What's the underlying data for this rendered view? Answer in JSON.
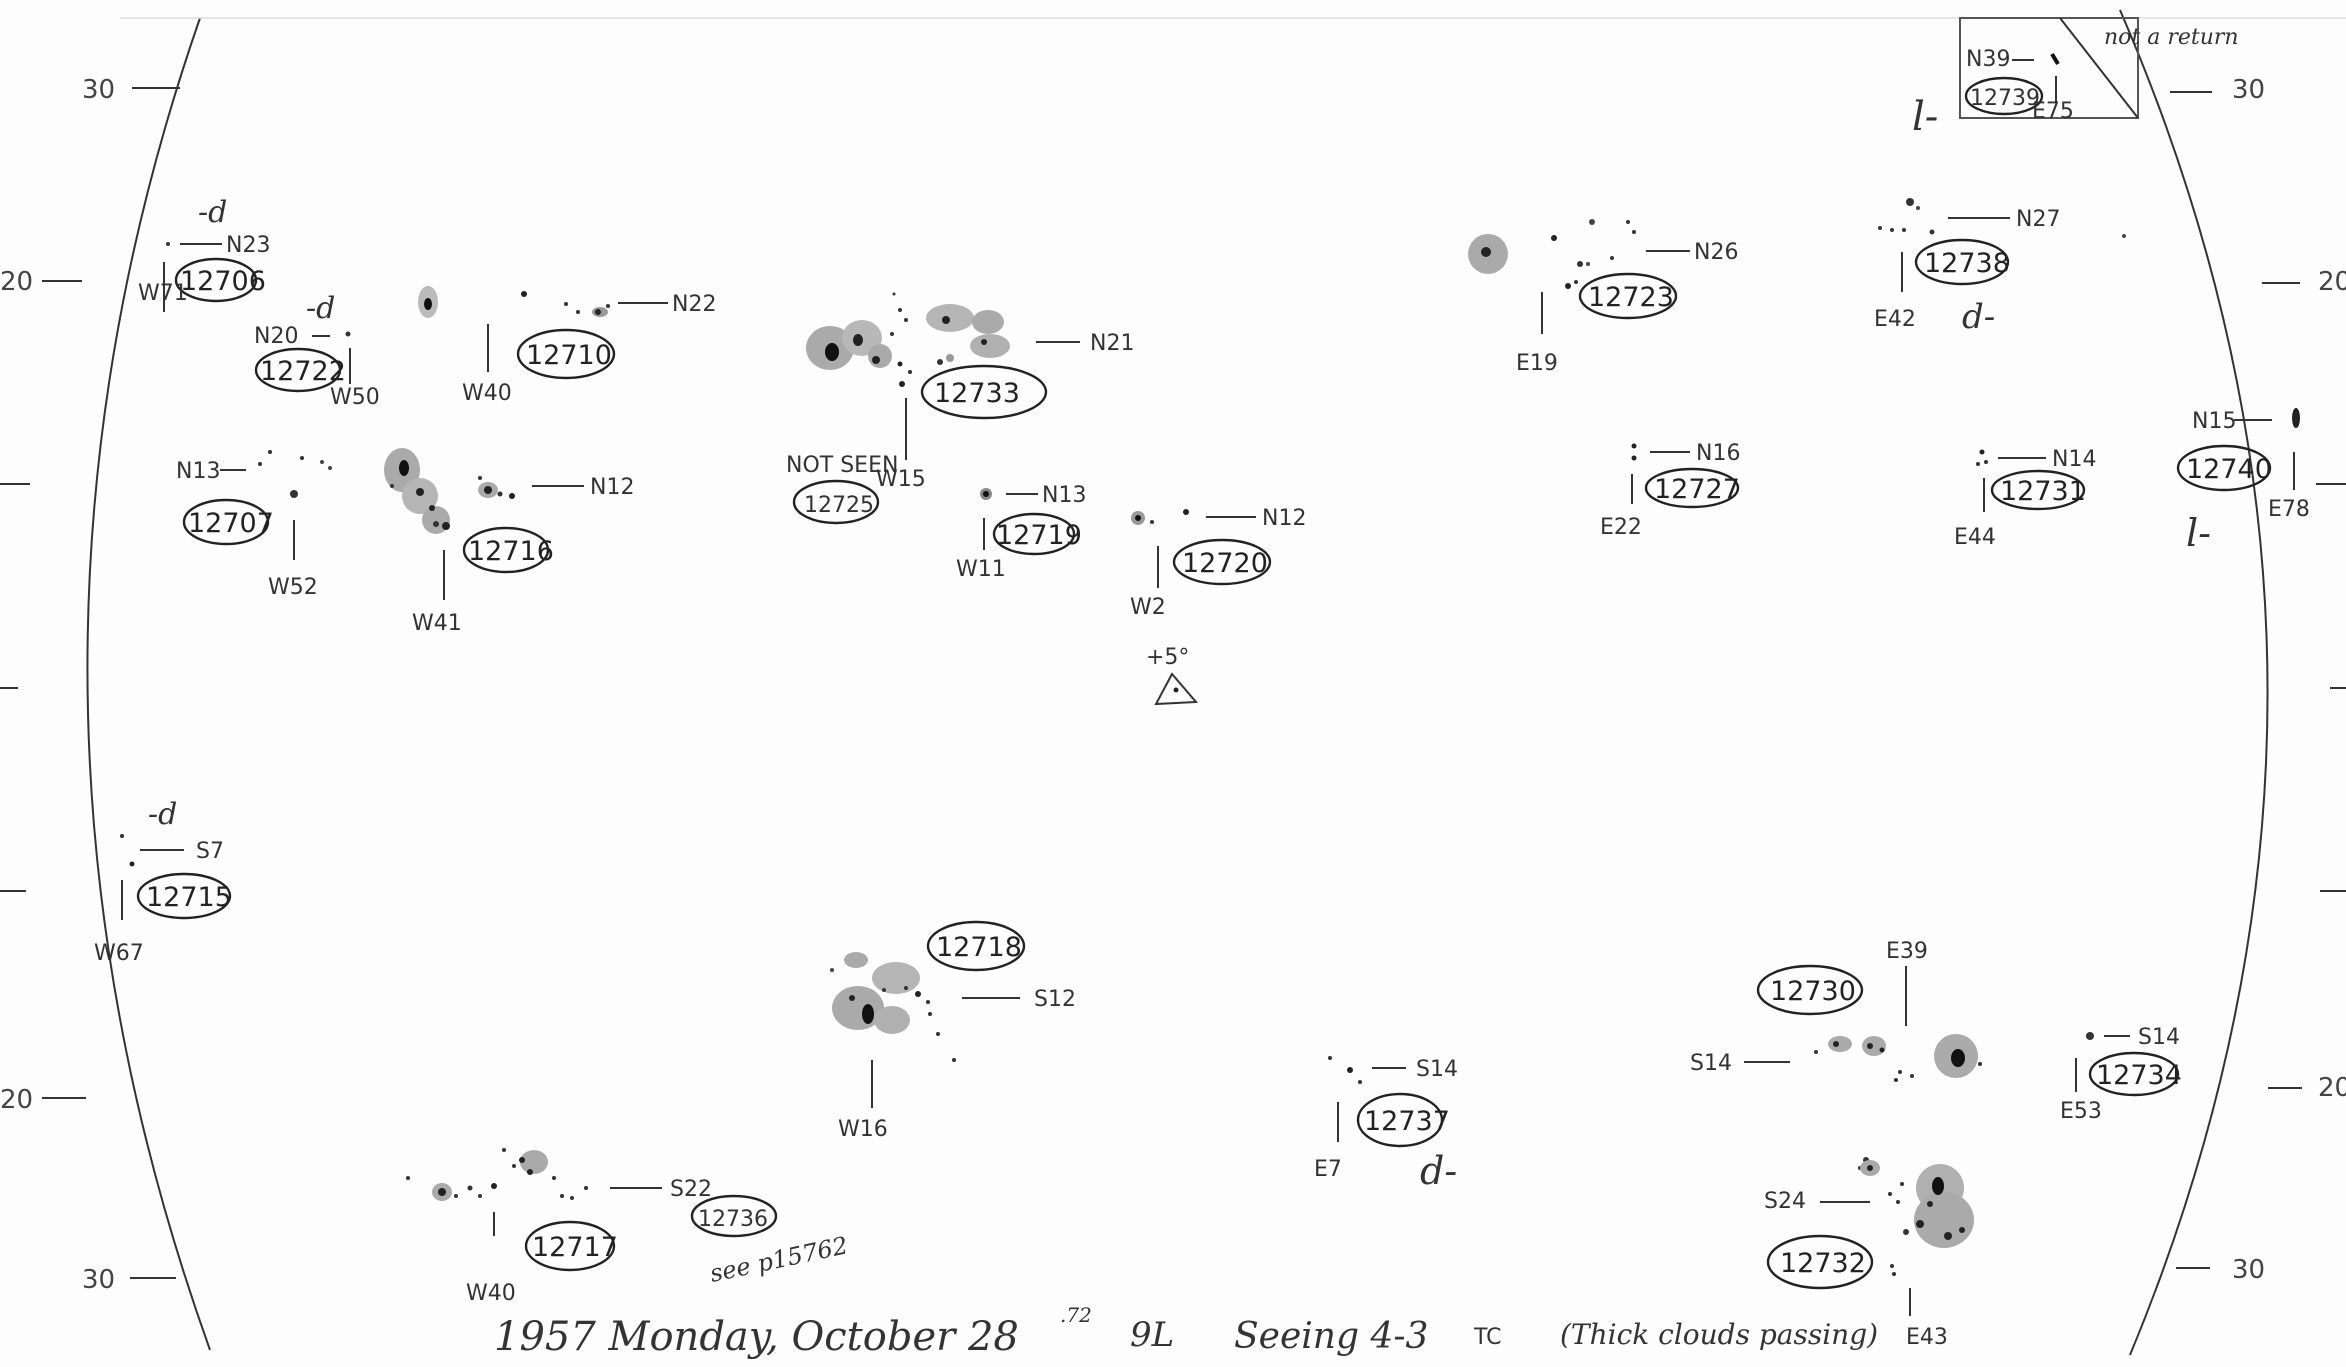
{
  "scale_ticks": {
    "left_top": "30",
    "left_upper": "20",
    "left_lower": "20",
    "left_bottom": "30",
    "right_top": "30",
    "right_upper": "20",
    "right_lower": "20",
    "right_bottom": "30"
  },
  "groups": [
    {
      "id": "g12706",
      "number": "12706",
      "latitude": "N23",
      "longitude": "W71",
      "note": "-d"
    },
    {
      "id": "g12722",
      "number": "12722",
      "latitude": "N20",
      "longitude": "W50",
      "note": "-d"
    },
    {
      "id": "g12710",
      "number": "12710",
      "latitude": "N22",
      "longitude": "W40"
    },
    {
      "id": "g12733",
      "number": "12733",
      "latitude": "N21",
      "longitude": "W15"
    },
    {
      "id": "g12725",
      "number": "12725",
      "status": "NOT SEEN"
    },
    {
      "id": "g12723",
      "number": "12723",
      "latitude": "N26",
      "longitude": "E19"
    },
    {
      "id": "g12738",
      "number": "12738",
      "latitude": "N27",
      "longitude": "E42",
      "note": "d-"
    },
    {
      "id": "g12739",
      "number": "12739",
      "latitude": "N39",
      "longitude": "E75",
      "note": "l-"
    },
    {
      "id": "g12707",
      "number": "12707",
      "latitude": "N13",
      "longitude": "W52"
    },
    {
      "id": "g12716",
      "number": "12716",
      "latitude": "N12",
      "longitude": "W41"
    },
    {
      "id": "g12719",
      "number": "12719",
      "latitude": "N13",
      "longitude": "W11"
    },
    {
      "id": "g12720",
      "number": "12720",
      "latitude": "N12",
      "longitude": "W2"
    },
    {
      "id": "g12727",
      "number": "12727",
      "latitude": "N16",
      "longitude": "E22"
    },
    {
      "id": "g12731",
      "number": "12731",
      "latitude": "N14",
      "longitude": "E44"
    },
    {
      "id": "g12740",
      "number": "12740",
      "latitude": "N15",
      "longitude": "E78",
      "note": "l-"
    },
    {
      "id": "g12715",
      "number": "12715",
      "latitude": "S7",
      "longitude": "W67",
      "note": "-d"
    },
    {
      "id": "g12718",
      "number": "12718",
      "latitude": "S12",
      "longitude": "W16"
    },
    {
      "id": "g12737",
      "number": "12737",
      "latitude": "S14",
      "longitude": "E7",
      "note": "d-"
    },
    {
      "id": "g12730",
      "number": "12730",
      "latitude": "S14",
      "longitude": "E39"
    },
    {
      "id": "g12734",
      "number": "12734",
      "latitude": "S14",
      "longitude": "E53"
    },
    {
      "id": "g12717",
      "number": "12717",
      "latitude": "S22",
      "longitude": "W40"
    },
    {
      "id": "g12736",
      "number": "12736",
      "note": "see p15762"
    },
    {
      "id": "g12732",
      "number": "12732",
      "latitude": "S24",
      "longitude": "E43"
    }
  ],
  "corner_note": "not a return",
  "center_mark": "+5°",
  "footer": {
    "date": "1957 Monday, October 28",
    "time_sup": ".72",
    "hour": "9L",
    "seeing": "Seeing 4-3",
    "tc": "TC",
    "remark": "(Thick clouds passing)"
  }
}
